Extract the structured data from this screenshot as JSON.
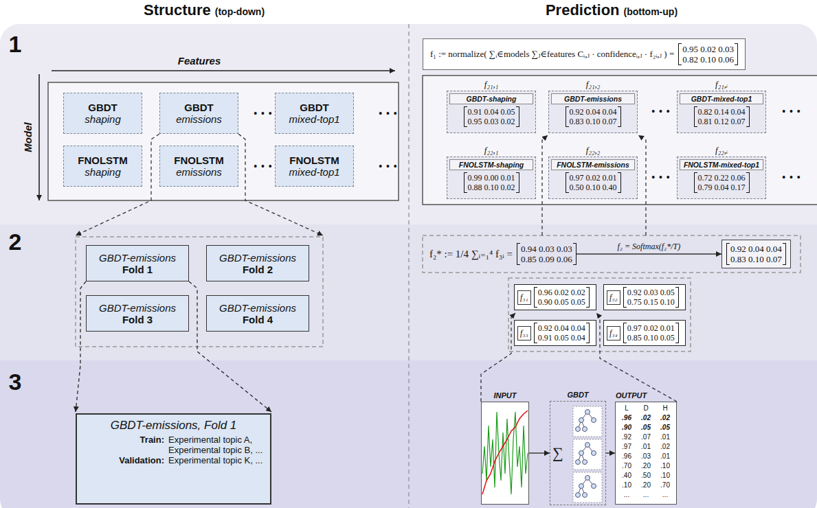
{
  "diagram": {
    "nodes": [
      {
        "text": [
          "GBDT",
          "shaping"
        ]
      },
      {
        "text": [
          "GBDT",
          "emissions"
        ]
      },
      {
        "text": [
          "GBDT",
          "mixed-top1"
        ]
      },
      {
        "text": [
          "FNOLSTM",
          "shaping"
        ]
      },
      {
        "text": [
          "FNOLSTM",
          "emissions"
        ]
      },
      {
        "text": [
          "FNOLSTM",
          "mixed-top1"
        ]
      },
      {
        "text": [
          "GBDT-emissions",
          "Fold 1"
        ]
      },
      {
        "text": [
          "GBDT-emissions",
          "Fold 2"
        ]
      },
      {
        "text": [
          "GBDT-emissions",
          "Fold 3"
        ]
      },
      {
        "text": [
          "GBDT-emissions",
          "Fold 4"
        ]
      },
      {
        "text": [
          "GBDT-emissions, Fold 1",
          "Train:",
          "Experimental topic A, Experimental topic B, ...",
          "Validation:",
          "Experimental topic K, ..."
        ]
      },
      {
        "text": [
          "f₁ := normalize( ∑ᵢ∈models ∑ⱼ∈features Cᵢ,ⱼ · confidenceᵢ,ⱼ · f₂ᵢ,ⱼ ) =",
          "0.95 0.02 0.03",
          "0.82 0.10 0.06"
        ]
      },
      {
        "text": [
          "f₂₁,₁",
          "GBDT-shaping",
          "0.91 0.04 0.05",
          "0.95 0.03 0.02"
        ]
      },
      {
        "text": [
          "f₂₁,₂",
          "GBDT-emissions",
          "0.92 0.04 0.04",
          "0.83 0.10 0.07"
        ]
      },
      {
        "text": [
          "f₂₁,ᵢ",
          "GBDT-mixed-top1",
          "0.82 0.14 0.04",
          "0.81 0.12 0.07"
        ]
      },
      {
        "text": [
          "f₂₂,₁",
          "FNOLSTM-shaping",
          "0.99 0.00 0.01",
          "0.88 0.10 0.02"
        ]
      },
      {
        "text": [
          "f₂₂,₂",
          "FNOLSTM-emissions",
          "0.97 0.02 0.01",
          "0.50 0.10 0.40"
        ]
      },
      {
        "text": [
          "f₂₂,ᵢ",
          "FNOLSTM-mixed-top1",
          "0.72 0.22 0.06",
          "0.79 0.04 0.17"
        ]
      },
      {
        "text": [
          "f₂* := 1/4 ∑ᵢ₌₁⁴ f₃ᵢ =",
          "0.94 0.03 0.03",
          "0.85 0.09 0.06"
        ]
      },
      {
        "text": [
          "0.92 0.04 0.04",
          "0.83 0.10 0.07"
        ]
      },
      {
        "text": [
          "f₃₁",
          "0.96 0.02 0.02",
          "0.90 0.05 0.05"
        ]
      },
      {
        "text": [
          "f₃₂",
          "0.92 0.03 0.05",
          "0.75 0.15 0.10"
        ]
      },
      {
        "text": [
          "f₃₃",
          "0.92 0.04 0.04",
          "0.91 0.05 0.04"
        ]
      },
      {
        "text": [
          "f₃₄",
          "0.97 0.02 0.01",
          "0.85 0.10 0.05"
        ]
      },
      {
        "text": [
          "INPUT"
        ]
      },
      {
        "text": [
          "GBDT",
          "∑"
        ]
      },
      {
        "text": [
          "OUTPUT",
          "L",
          "D",
          "H",
          ".96",
          ".02",
          ".02",
          ".90",
          ".05",
          ".05",
          ".92",
          ".07",
          ".01",
          ".97",
          ".01",
          ".02",
          ".96",
          ".03",
          ".01",
          ".70",
          ".20",
          ".10",
          ".40",
          ".50",
          ".10",
          ".10",
          ".20",
          ".70",
          "...",
          "...",
          "..."
        ]
      }
    ],
    "edges": [
      {
        "from": 6,
        "to": 10,
        "arrow": "to"
      },
      {
        "from": 18,
        "to": 19,
        "label": "f₂ = Softmax(f₂*/T)",
        "arrow": "to"
      },
      {
        "from": 24,
        "to": 25,
        "arrow": "to"
      },
      {
        "from": 25,
        "to": 26,
        "arrow": "to"
      }
    ],
    "labels": [
      "Structure",
      "(top-down)",
      "Prediction",
      "(bottom-up)",
      "1",
      "2",
      "3",
      "Features",
      "Model",
      "• • •",
      "• • •",
      "• • •",
      "• • •",
      "• • •",
      "• • •",
      "• • •",
      "• • •"
    ]
  }
}
